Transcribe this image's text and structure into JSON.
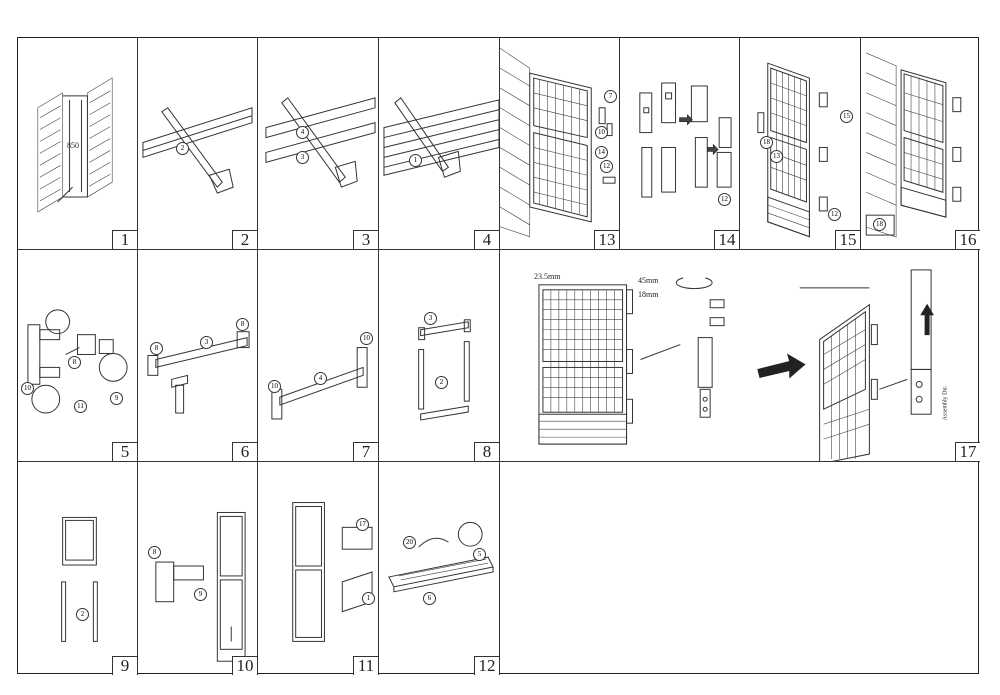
{
  "panels": [
    {
      "step": "1",
      "parts": [
        "850"
      ]
    },
    {
      "step": "2",
      "parts": [
        "2"
      ]
    },
    {
      "step": "3",
      "parts": [
        "4",
        "3"
      ]
    },
    {
      "step": "4",
      "parts": [
        "1"
      ]
    },
    {
      "step": "13",
      "parts": [
        "7",
        "10",
        "14",
        "12"
      ]
    },
    {
      "step": "14",
      "parts": [
        "12"
      ]
    },
    {
      "step": "15",
      "parts": [
        "15",
        "18",
        "13",
        "12"
      ]
    },
    {
      "step": "16",
      "parts": [
        "18"
      ]
    },
    {
      "step": "5",
      "parts": [
        "10",
        "8",
        "9",
        "11"
      ]
    },
    {
      "step": "6",
      "parts": [
        "8",
        "3",
        "8"
      ]
    },
    {
      "step": "7",
      "parts": [
        "10",
        "4",
        "10"
      ]
    },
    {
      "step": "8",
      "parts": [
        "3",
        "2"
      ]
    },
    {
      "step": "17",
      "parts": [
        "23.5mm",
        "45mm",
        "18mm",
        "Assembly Dir."
      ]
    },
    {
      "step": "9",
      "parts": [
        "2"
      ]
    },
    {
      "step": "10",
      "parts": [
        "8",
        "9"
      ]
    },
    {
      "step": "11",
      "parts": [
        "17",
        "1"
      ]
    },
    {
      "step": "12",
      "parts": [
        "20",
        "5",
        "6"
      ]
    }
  ]
}
